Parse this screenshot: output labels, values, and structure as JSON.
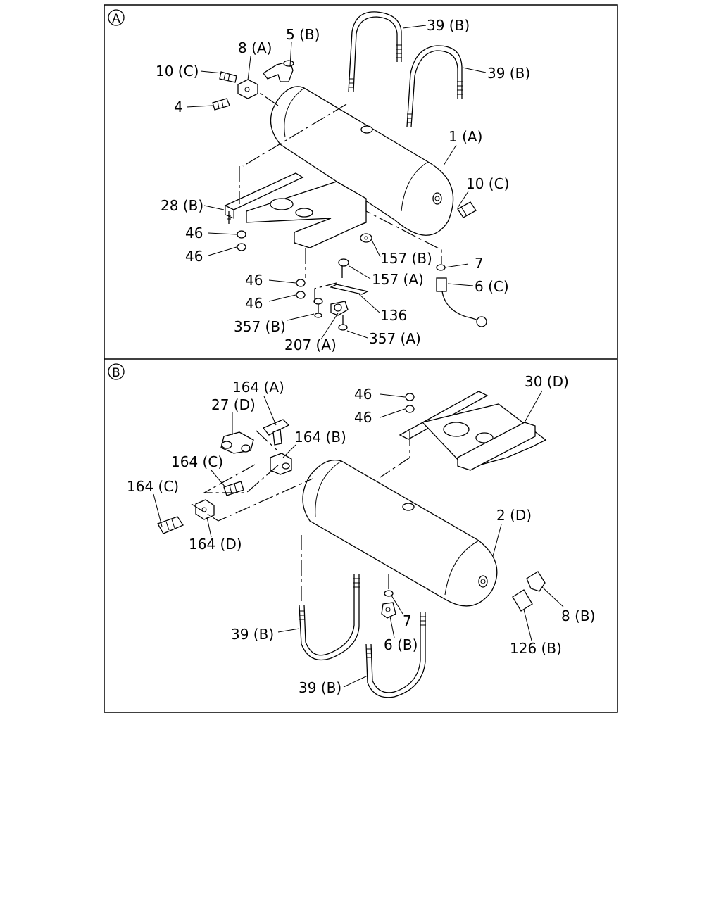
{
  "panels": [
    {
      "marker": "A",
      "callouts": {
        "c39b_1": "39 (B)",
        "c39b_2": "39 (B)",
        "c5b": "5 (B)",
        "c8a": "8 (A)",
        "c10c_1": "10 (C)",
        "c4": "4",
        "c1a": "1 (A)",
        "c10c_2": "10 (C)",
        "c28b": "28 (B)",
        "c46_1": "46",
        "c46_2": "46",
        "c157b": "157 (B)",
        "c7": "7",
        "c157a": "157 (A)",
        "c46_3": "46",
        "c6c": "6 (C)",
        "c46_4": "46",
        "c136": "136",
        "c357b": "357 (B)",
        "c357a": "357 (A)",
        "c207a": "207 (A)"
      }
    },
    {
      "marker": "B",
      "callouts": {
        "c164a": "164 (A)",
        "c46_1": "46",
        "c30d": "30 (D)",
        "c27d": "27 (D)",
        "c164b": "164 (B)",
        "c46_2": "46",
        "c164c_1": "164 (C)",
        "c164c_2": "164 (C)",
        "c2d": "2 (D)",
        "c164d": "164 (D)",
        "c8b": "8 (B)",
        "c7": "7",
        "c39b_1": "39 (B)",
        "c6b": "6 (B)",
        "c126b": "126 (B)",
        "c39b_2": "39 (B)"
      }
    }
  ]
}
